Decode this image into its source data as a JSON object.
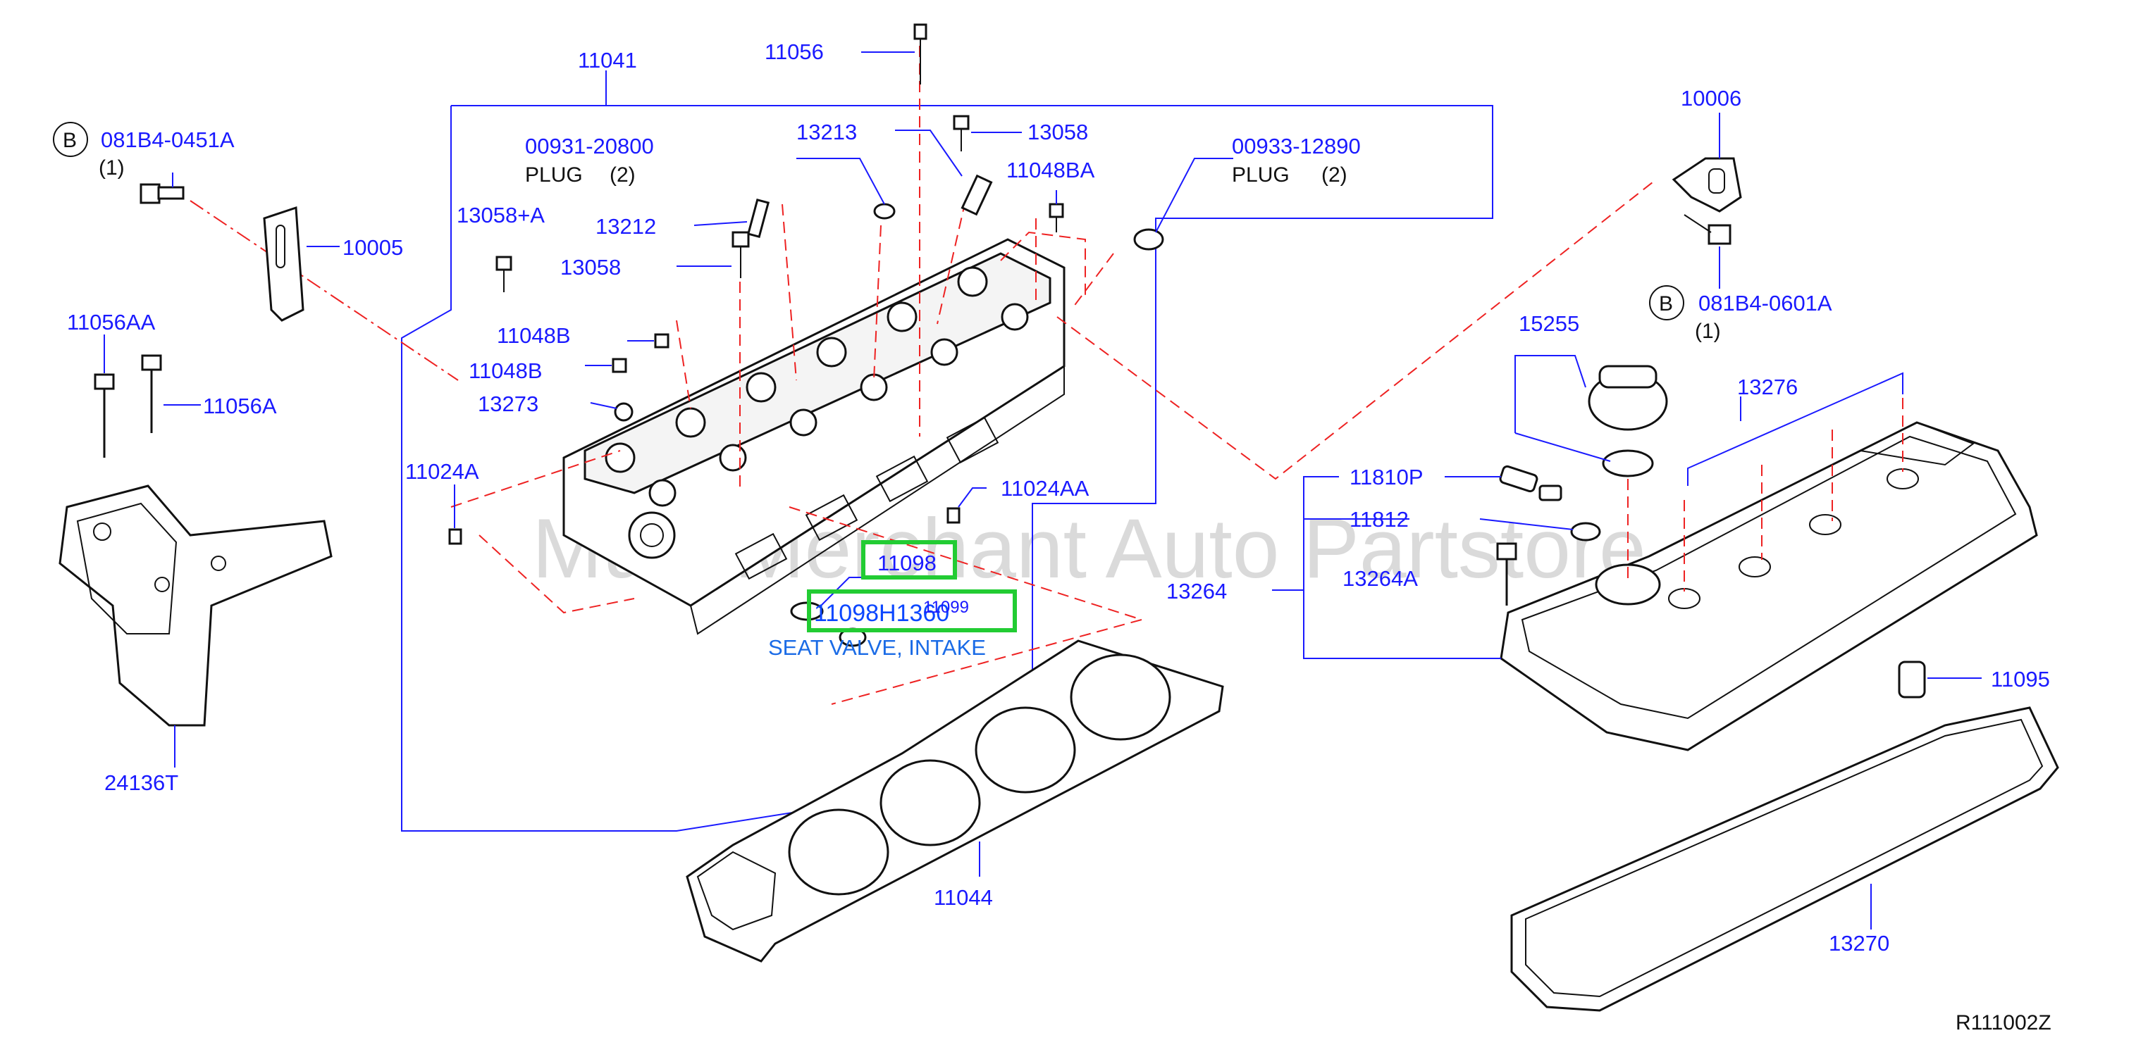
{
  "diagram": {
    "callouts": {
      "p11041": "11041",
      "p11056": "11056",
      "p13058_top": "13058",
      "p13213": "13213",
      "p11048BA": "11048BA",
      "p00931": "00931-20800",
      "p00933": "00933-12890",
      "plug1": "PLUG",
      "plug1_qty": "(2)",
      "plug2": "PLUG",
      "plug2_qty": "(2)",
      "b_left_code": "081B4-0451A",
      "b_left_qty": "(1)",
      "b_right_code": "081B4-0601A",
      "b_right_qty": "(1)",
      "b_marker": "B",
      "p10005": "10005",
      "p13058A": "13058+A",
      "p13212": "13212",
      "p13058_mid": "13058",
      "p11056AA": "11056AA",
      "p11048B_1": "11048B",
      "p11048B_2": "11048B",
      "p11056A": "11056A",
      "p13273": "13273",
      "p11024A": "11024A",
      "p11024AA": "11024AA",
      "p11098": "11098",
      "p11098H": "11098H1360",
      "p11099": "11099",
      "seat_valve": "SEAT VALVE, INTAKE",
      "p24136T": "24136T",
      "p11044": "11044",
      "p10006": "10006",
      "p15255": "15255",
      "p13276": "13276",
      "p11810P": "11810P",
      "p11812": "11812",
      "p13264A": "13264A",
      "p13264": "13264",
      "p11095": "11095",
      "p13270": "13270",
      "figure_code": "R111002Z"
    },
    "watermark": "Multi Merchant Auto Partstore",
    "colors": {
      "callout_text": "#1a1aff",
      "leader_dash": "#ee2222",
      "highlight_box": "#22cc33",
      "watermark": "#bdbdbd"
    }
  }
}
